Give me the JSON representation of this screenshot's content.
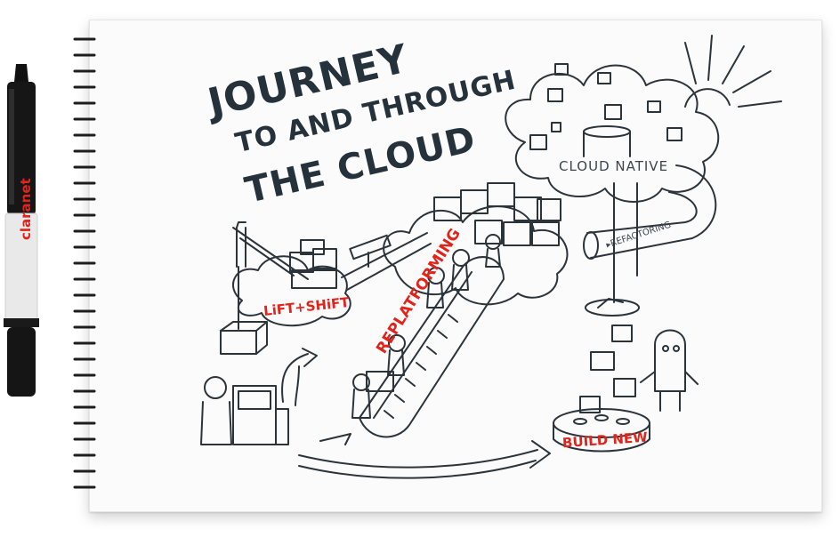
{
  "title": {
    "line1": "JOURNEY",
    "line2": "TO AND THROUGH",
    "line3": "THE CLOUD"
  },
  "stages": {
    "lift_and_shift": "LiFT+SHiFT",
    "replatforming": "REPLATFORMING",
    "cloud_native": "CLOUD NATIVE",
    "refactoring": "▸REFACTORING",
    "build_new": "BUILD NEW"
  },
  "marker": {
    "brand": "claranet"
  },
  "colors": {
    "ink": "#25313b",
    "accent": "#e2231a",
    "paper": "#fbfbfb"
  },
  "icons": [
    "crane-icon",
    "escalator-icon",
    "cloud-icon",
    "tree-icon",
    "pipe-icon",
    "robot-icon",
    "worker-icon",
    "box-icon",
    "arrow-icon",
    "sun-icon"
  ]
}
